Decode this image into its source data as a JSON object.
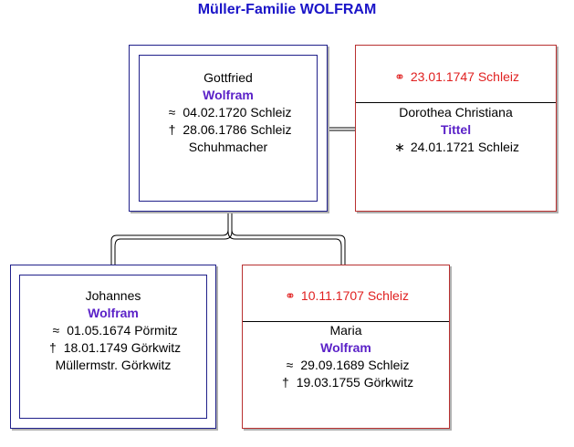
{
  "title": "Müller-Familie WOLFRAM",
  "father": {
    "given": "Gottfried",
    "surname": "Wolfram",
    "baptism_symbol": "≈",
    "baptism": "04.02.1720 Schleiz",
    "death_symbol": "†",
    "death": "28.06.1786 Schleiz",
    "occupation": "Schuhmacher"
  },
  "marriage": {
    "symbol": "⚭",
    "text": "23.01.1747 Schleiz",
    "spouse_given": "Dorothea Christiana",
    "spouse_surname": "Tittel",
    "birth_symbol": "∗",
    "birth": "24.01.1721 Schleiz"
  },
  "son_father": {
    "given": "Johannes",
    "surname": "Wolfram",
    "baptism_symbol": "≈",
    "baptism": "01.05.1674 Pörmitz",
    "death_symbol": "†",
    "death": "18.01.1749 Görkwitz",
    "occupation": "Müllermstr. Görkwitz"
  },
  "marriage2": {
    "symbol": "⚭",
    "text": "10.11.1707 Schleiz",
    "spouse_given": "Maria",
    "spouse_surname": "Wolfram",
    "baptism_symbol": "≈",
    "baptism": "29.09.1689 Schleiz",
    "death_symbol": "†",
    "death": "19.03.1755 Görkwitz"
  },
  "colors": {
    "title": "#1a14c8",
    "surname": "#5b22c8",
    "marriage": "#e02020",
    "blue_border": "#20208a",
    "red_border": "#b83030"
  }
}
